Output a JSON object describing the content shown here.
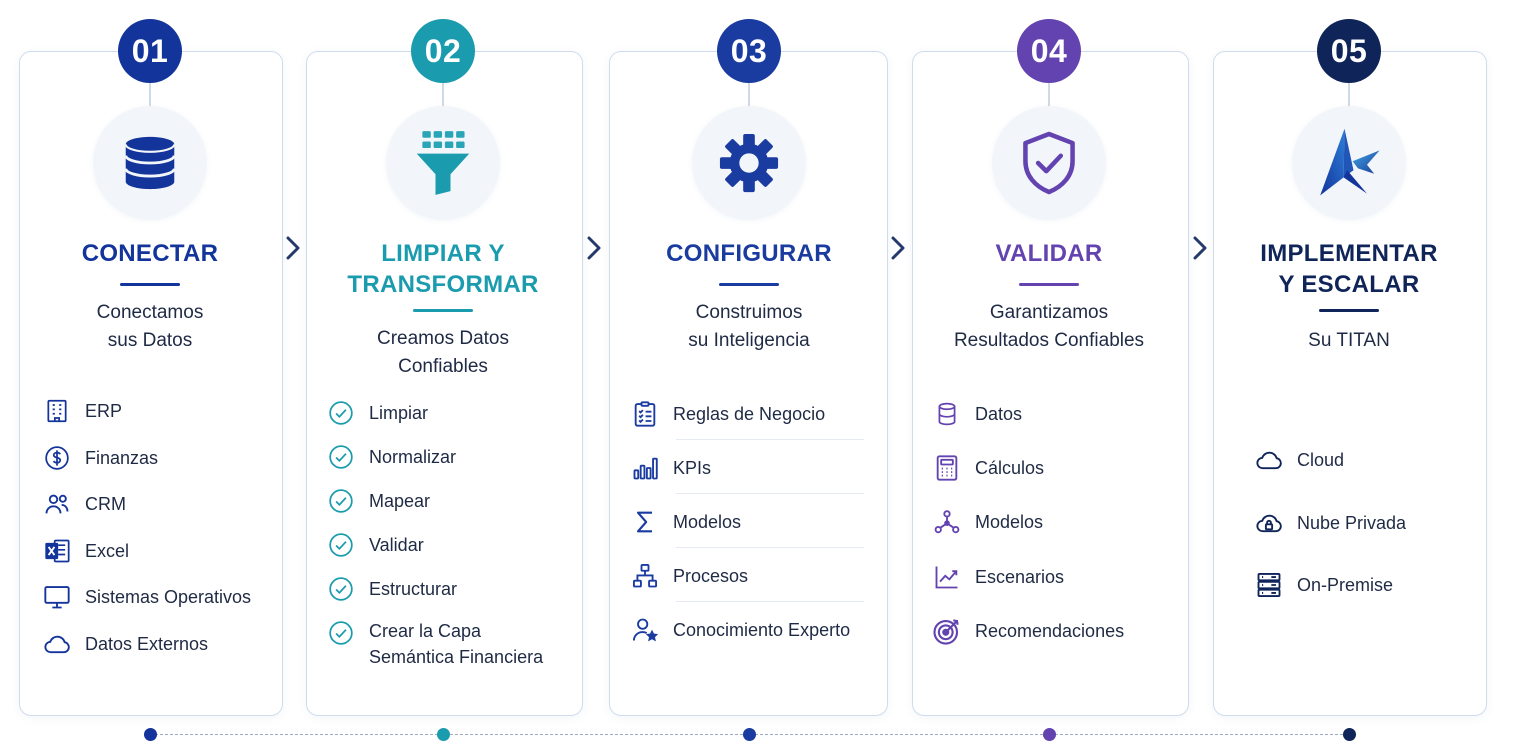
{
  "colors": {
    "navy": "#13349b",
    "teal": "#1b9bae",
    "blue": "#1a3ba0",
    "purple": "#6343b0",
    "dark_navy": "#0f2458",
    "chevron": "#253a6a"
  },
  "steps": [
    {
      "number": "01",
      "title": "CONECTAR",
      "subtitle": "Conectamos\nsus Datos",
      "icon": "database-icon",
      "items": [
        {
          "label": "ERP",
          "icon": "building-icon"
        },
        {
          "label": "Finanzas",
          "icon": "dollar-circle-icon"
        },
        {
          "label": "CRM",
          "icon": "users-icon"
        },
        {
          "label": "Excel",
          "icon": "excel-icon"
        },
        {
          "label": "Sistemas Operativos",
          "icon": "monitor-icon"
        },
        {
          "label": "Datos Externos",
          "icon": "cloud-icon"
        }
      ]
    },
    {
      "number": "02",
      "title": "LIMPIAR Y\nTRANSFORMAR",
      "subtitle": "Creamos Datos\nConfiables",
      "icon": "funnel-icon",
      "items": [
        {
          "label": "Limpiar",
          "icon": "check-circle-icon"
        },
        {
          "label": "Normalizar",
          "icon": "check-circle-icon"
        },
        {
          "label": "Mapear",
          "icon": "check-circle-icon"
        },
        {
          "label": "Validar",
          "icon": "check-circle-icon"
        },
        {
          "label": "Estructurar",
          "icon": "check-circle-icon"
        },
        {
          "label": "Crear la Capa\nSemántica Financiera",
          "icon": "check-circle-icon"
        }
      ]
    },
    {
      "number": "03",
      "title": "CONFIGURAR",
      "subtitle": "Construimos\nsu Inteligencia",
      "icon": "gear-icon",
      "items": [
        {
          "label": "Reglas de Negocio",
          "icon": "checklist-icon"
        },
        {
          "label": "KPIs",
          "icon": "bar-chart-icon"
        },
        {
          "label": "Modelos",
          "icon": "sigma-icon"
        },
        {
          "label": "Procesos",
          "icon": "hierarchy-icon"
        },
        {
          "label": "Conocimiento Experto",
          "icon": "user-star-icon"
        }
      ]
    },
    {
      "number": "04",
      "title": "VALIDAR",
      "subtitle": "Garantizamos\nResultados Confiables",
      "icon": "shield-check-icon",
      "items": [
        {
          "label": "Datos",
          "icon": "database-icon"
        },
        {
          "label": "Cálculos",
          "icon": "calculator-icon"
        },
        {
          "label": "Modelos",
          "icon": "network-icon"
        },
        {
          "label": "Escenarios",
          "icon": "line-chart-icon"
        },
        {
          "label": "Recomendaciones",
          "icon": "target-icon"
        }
      ]
    },
    {
      "number": "05",
      "title": "IMPLEMENTAR\nY ESCALAR",
      "subtitle": "Su TITAN",
      "icon": "titan-logo-icon",
      "items": [
        {
          "label": "Cloud",
          "icon": "cloud-icon"
        },
        {
          "label": "Nube Privada",
          "icon": "cloud-lock-icon"
        },
        {
          "label": "On-Premise",
          "icon": "server-icon"
        }
      ]
    }
  ]
}
